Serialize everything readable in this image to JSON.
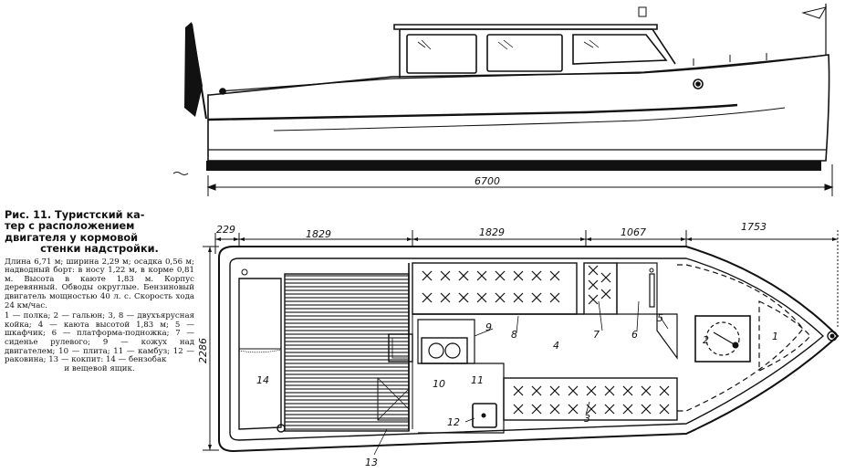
{
  "caption": {
    "title_lines": [
      "Рис. 11. Туристский ка-",
      "тер с расположением",
      "двигателя у кормовой",
      "стенки надстройки."
    ],
    "body": "Длина 6,71 м; ширина 2,29 м; осадка 0,56 м; надводный борт: в носу 1,22 м, в корме 0,81 м. Высота в каюте 1,83 м. Корпус деревянный. Обводы округлые. Бензиновый двигатель мощностью 40 л. с. Скорость хода 24 км/час.",
    "legend": "1 — полка; 2 — гальюн; 3, 8 — двухъярусная койка; 4 — каюта высотой 1,83 м; 5 — шкафчик; 6 — платформа-подножка; 7 — сиденье рулевого; 9 — кожух над двигателем; 10 — плита; 11 — камбуз; 12 — раковина; 13 — кокпит: 14 — бензобак",
    "legend_last": "и вещевой ящик."
  },
  "dimensions": {
    "overall_length": "6700",
    "seg_229": "229",
    "seg_1829_a": "1829",
    "seg_1829_b": "1829",
    "seg_1067": "1067",
    "seg_1753": "1753",
    "beam": "2286"
  },
  "callouts": {
    "n1": "1",
    "n2": "2",
    "n3": "3",
    "n4": "4",
    "n5": "5",
    "n6": "6",
    "n7": "7",
    "n8": "8",
    "n9": "9",
    "n10": "10",
    "n11": "11",
    "n12": "12",
    "n13": "13",
    "n14": "14"
  }
}
